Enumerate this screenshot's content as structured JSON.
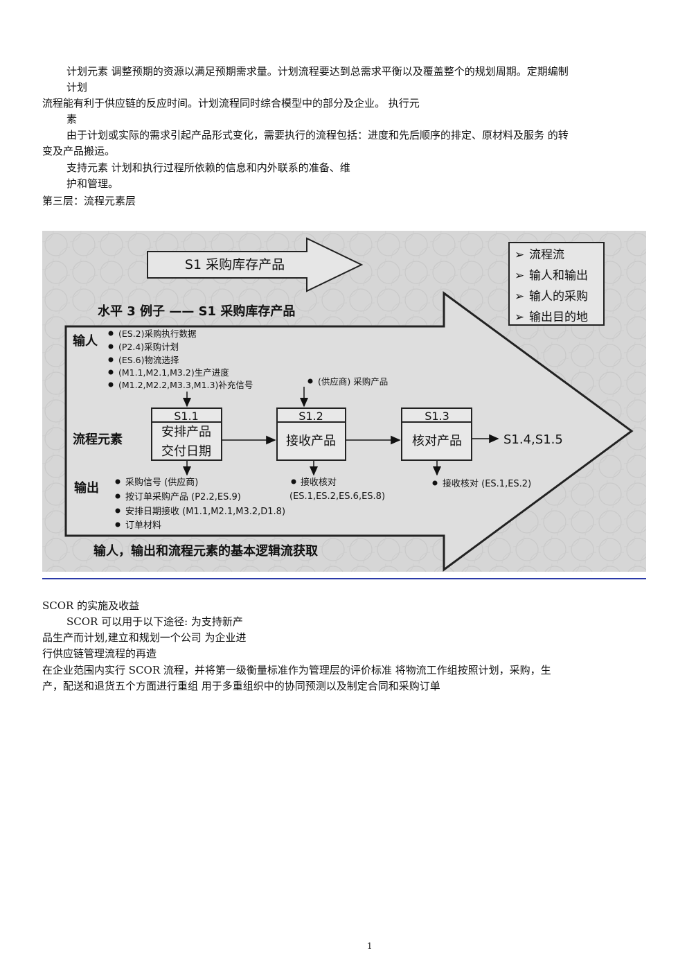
{
  "intro": {
    "line1": "计划元素 调整预期的资源以满足预期需求量。计划流程要达到总需求平衡以及覆盖整个的规划周期。定期编制",
    "line2": "计划",
    "line3": "流程能有利于供应链的反应时间。计划流程同时综合模型中的部分及企业。  执行元",
    "line4": "素",
    "line5": "由于计划或实际的需求引起产品形式变化，需要执行的流程包括：进度和先后顺序的排定、原材料及服务 的转",
    "line6": "变及产品搬运。",
    "line7": "支持元素 计划和执行过程所依赖的信息和内外联系的准备、维",
    "line8": "护和管理。",
    "line9": "第三层：流程元素层"
  },
  "figure": {
    "top_arrow": "S1 采购库存产品",
    "main_title": "水平 3 例子 —— S1 采购库存产品",
    "legend": [
      "流程流",
      "输人和输出",
      "输人的采购",
      "输出目的地"
    ],
    "input_label": "输人",
    "inputs": [
      "(ES.2)采购执行数据",
      "(P2.4)采购计划",
      "(ES.6)物流选择",
      "(M1.1,M2.1,M3.2)生产进度",
      "(M1.2,M2.2,M3.3,M1.3)补充信号"
    ],
    "supplier_input": "(供应商) 采购产品",
    "process_label": "流程元素",
    "elements": [
      {
        "code": "S1.1",
        "line1": "安排产品",
        "line2": "交付日期"
      },
      {
        "code": "S1.2",
        "line1": "接收产品",
        "line2": ""
      },
      {
        "code": "S1.3",
        "line1": "核对产品",
        "line2": ""
      }
    ],
    "next_elements": "S1.4,S1.5",
    "output_label": "输出",
    "outputs_s11": [
      "采购信号 (供应商)",
      "按订单采购产品 (P2.2,ES.9)",
      "安排日期接收 (M1.1,M2.1,M3.2,D1.8)",
      "订单材料"
    ],
    "output_s12_a": "接收核对",
    "output_s12_b": "(ES.1,ES.2,ES.6,ES.8)",
    "output_s13": "接收核对 (ES.1,ES.2)",
    "footer": "输人，输出和流程元素的基本逻辑流获取"
  },
  "section": {
    "heading": "SCOR 的实施及收益",
    "line1": "SCOR 可以用于以下途径:   为支持新产",
    "line2": "品生产而计划,建立和规划一个公司  为企业进",
    "line3": "行供应链管理流程的再造",
    "line4": "在企业范围内实行  SCOR 流程，并将第一级衡量标准作为管理层的评价标准  将物流工作组按照计划，采购，生",
    "line5": "产，配送和退货五个方面进行重组  用于多重组织中的协同预测以及制定合同和采购订单"
  },
  "page_number": "1"
}
